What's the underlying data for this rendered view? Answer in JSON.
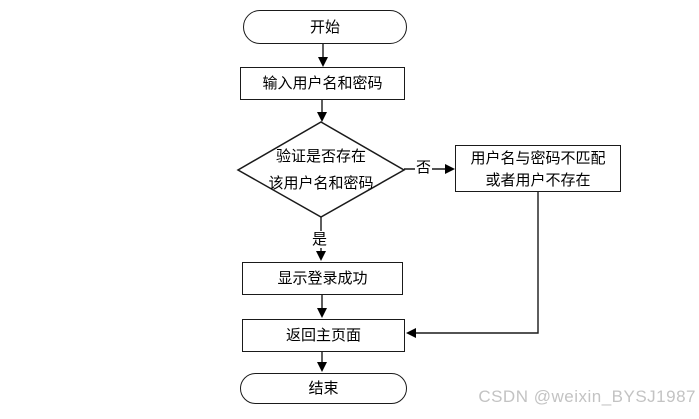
{
  "flowchart": {
    "title": "login-flow",
    "nodes": {
      "start": {
        "type": "terminator",
        "label": "开始"
      },
      "input": {
        "type": "process",
        "label": "输入用户名和密码"
      },
      "decision": {
        "type": "decision",
        "label_line1": "验证是否存在",
        "label_line2": "该用户名和密码"
      },
      "error": {
        "type": "process",
        "label_line1": "用户名与密码不匹配",
        "label_line2": "或者用户不存在"
      },
      "success": {
        "type": "process",
        "label": "显示登录成功"
      },
      "return": {
        "type": "process",
        "label": "返回主页面"
      },
      "end": {
        "type": "terminator",
        "label": "结束"
      }
    },
    "edges": {
      "no_label": "否",
      "yes_label": "是"
    },
    "colors": {
      "line": "#1a1a1a",
      "node_background": "#ffffff",
      "text": "#000000",
      "watermark": "#c3c3c3"
    }
  },
  "watermark": {
    "text": "CSDN @weixin_BYSJ1987"
  }
}
